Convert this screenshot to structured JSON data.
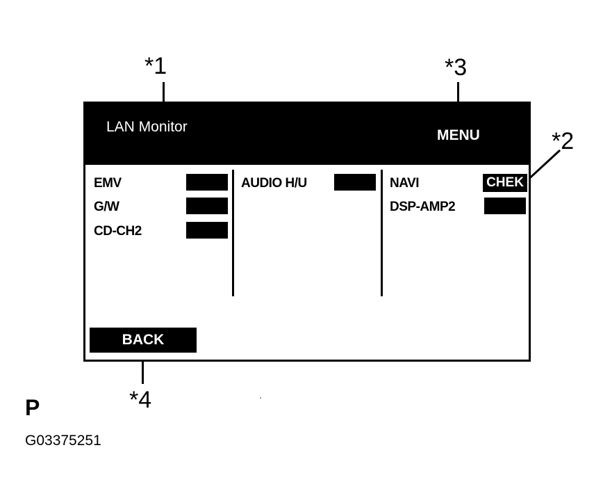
{
  "callouts": {
    "c1": "*1",
    "c2": "*2",
    "c3": "*3",
    "c4": "*4"
  },
  "screen": {
    "title": "LAN Monitor",
    "menu_label": "MENU",
    "back_label": "BACK",
    "columns": [
      [
        {
          "label": "EMV",
          "status": ""
        },
        {
          "label": "G/W",
          "status": ""
        },
        {
          "label": "CD-CH2",
          "status": ""
        }
      ],
      [
        {
          "label": "AUDIO H/U",
          "status": ""
        }
      ],
      [
        {
          "label": "NAVI",
          "status": "CHEK"
        },
        {
          "label": "DSP-AMP2",
          "status": ""
        }
      ]
    ]
  },
  "footer": {
    "p_label": "P",
    "figure_id": "G03375251"
  }
}
